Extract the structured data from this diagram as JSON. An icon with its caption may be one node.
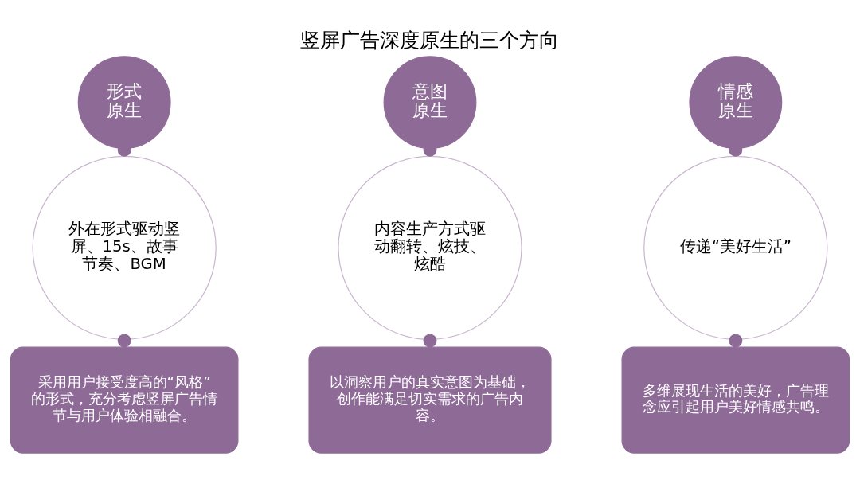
{
  "diagram": {
    "title": "竖屏广告深度原生的三个方向",
    "nodes": [
      {
        "text": [
          "形式原生"
        ]
      },
      {
        "text": [
          "意图原生"
        ]
      },
      {
        "text": [
          "情感原生"
        ]
      },
      {
        "text": [
          "外在形式驱动竖屏、15s、故事节奏、BGM"
        ]
      },
      {
        "text": [
          "内容生产方式驱动翻转、炫技、炫酷"
        ]
      },
      {
        "text": [
          "传递“美好生活”"
        ]
      },
      {
        "text": [
          "采用用户接受度高的“风格”的形式，充分考虑竖屏广告情节与用户体验相融合。"
        ]
      },
      {
        "text": [
          "以洞察用户的真实意图为基础，创作能满足切实需求的广告内容。"
        ]
      },
      {
        "text": [
          "多维展现生活的美好，广告理念应引起用户美好情感共鸣。"
        ]
      }
    ],
    "edges": [
      {
        "from": 0,
        "to": 3,
        "arrow": "other"
      },
      {
        "from": 1,
        "to": 4,
        "arrow": "other"
      },
      {
        "from": 2,
        "to": 5,
        "arrow": "other"
      },
      {
        "from": 3,
        "to": 6,
        "arrow": "other"
      },
      {
        "from": 4,
        "to": 7,
        "arrow": "other"
      },
      {
        "from": 5,
        "to": 8,
        "arrow": "other"
      }
    ]
  }
}
